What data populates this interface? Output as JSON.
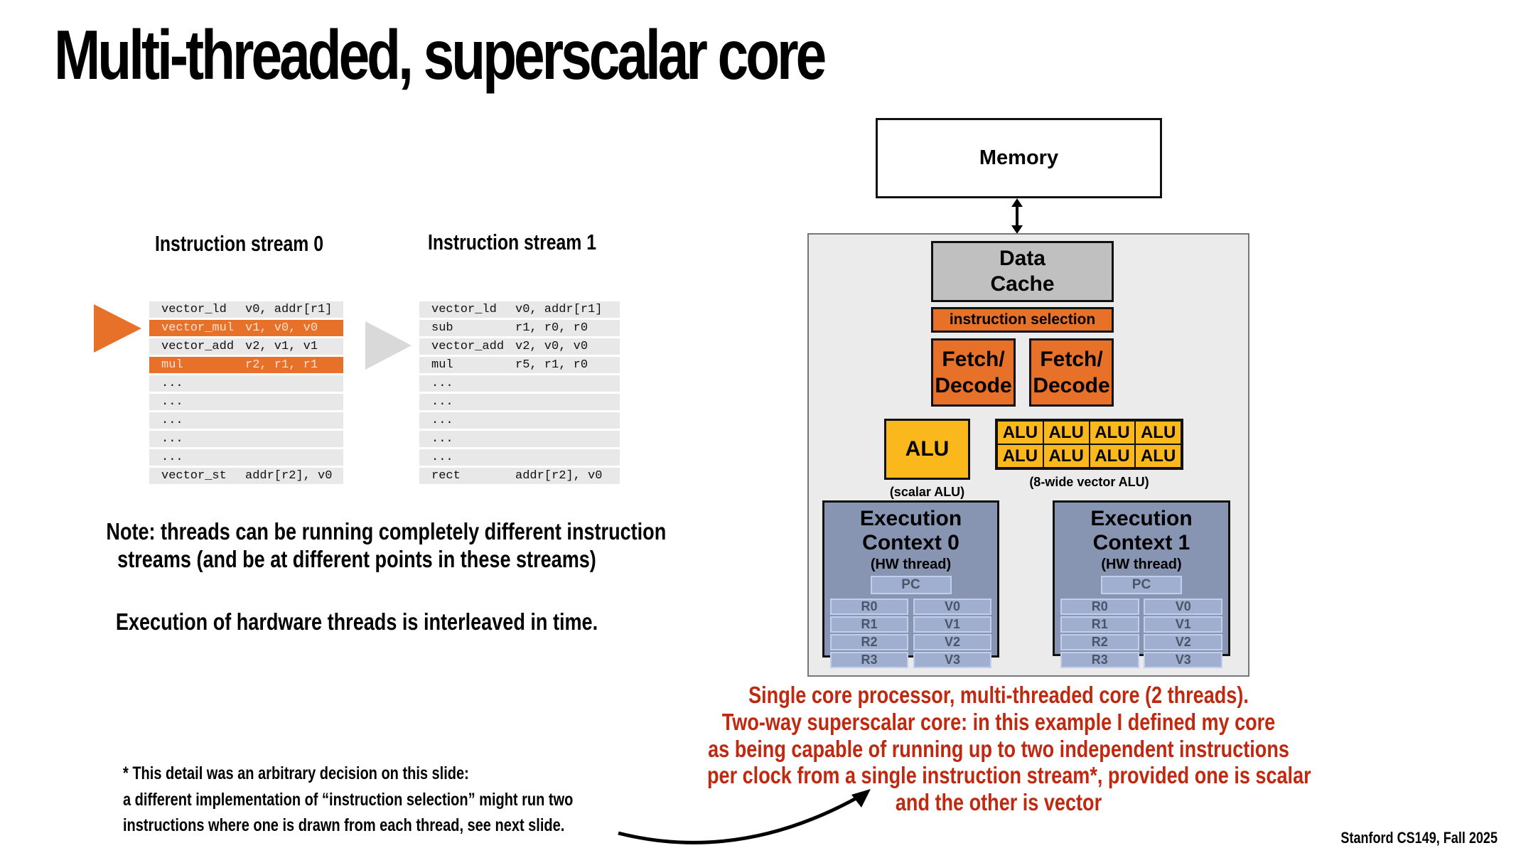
{
  "slide": {
    "title": "Multi-threaded, superscalar core",
    "credit": "Stanford CS149, Fall 2025"
  },
  "streams": [
    {
      "label": "Instruction stream 0",
      "active": true,
      "rows": [
        {
          "op": "vector_ld",
          "args": "v0, addr[r1]",
          "highlight": false
        },
        {
          "op": "vector_mul",
          "args": "v1, v0, v0",
          "highlight": true
        },
        {
          "op": "vector_add",
          "args": "v2, v1, v1",
          "highlight": false
        },
        {
          "op": "mul",
          "args": "r2, r1, r1",
          "highlight": true
        },
        {
          "op": "...",
          "args": "",
          "highlight": false
        },
        {
          "op": "...",
          "args": "",
          "highlight": false
        },
        {
          "op": "...",
          "args": "",
          "highlight": false
        },
        {
          "op": "...",
          "args": "",
          "highlight": false
        },
        {
          "op": "...",
          "args": "",
          "highlight": false
        },
        {
          "op": "vector_st",
          "args": "addr[r2], v0",
          "highlight": false
        }
      ]
    },
    {
      "label": "Instruction stream 1",
      "active": false,
      "rows": [
        {
          "op": "vector_ld",
          "args": "v0, addr[r1]",
          "highlight": false
        },
        {
          "op": "sub",
          "args": "r1, r0, r0",
          "highlight": false
        },
        {
          "op": "vector_add",
          "args": "v2, v0, v0",
          "highlight": false
        },
        {
          "op": "mul",
          "args": "r5, r1, r0",
          "highlight": false
        },
        {
          "op": "...",
          "args": "",
          "highlight": false
        },
        {
          "op": "...",
          "args": "",
          "highlight": false
        },
        {
          "op": "...",
          "args": "",
          "highlight": false
        },
        {
          "op": "...",
          "args": "",
          "highlight": false
        },
        {
          "op": "...",
          "args": "",
          "highlight": false
        },
        {
          "op": "rect",
          "args": "addr[r2], v0",
          "highlight": false
        }
      ]
    }
  ],
  "notes": {
    "threads_line1": "Note: threads can be running completely different instruction",
    "threads_line2": "streams (and be at different points in these streams)",
    "interleave": "Execution of hardware threads is interleaved in time."
  },
  "footnote": {
    "line1": "* This detail was an arbitrary decision on this slide:",
    "line2": "a different implementation of “instruction selection” might run two",
    "line3": "instructions  where one is drawn from each thread, see next slide."
  },
  "summary": {
    "line1": "Single core processor, multi-threaded core (2 threads).",
    "line2": "Two-way superscalar core:  in this example I defined my core",
    "line3": "as being capable of running up to two independent instructions",
    "line4": "per clock from a single instruction stream*, provided one is scalar",
    "line5": "and the other is vector"
  },
  "diagram": {
    "memory": "Memory",
    "data_cache_line1": "Data",
    "data_cache_line2": "Cache",
    "instruction_selection": "instruction selection",
    "fetch_decode": [
      {
        "line1": "Fetch/",
        "line2": "Decode"
      },
      {
        "line1": "Fetch/",
        "line2": "Decode"
      }
    ],
    "scalar_alu": {
      "label": "ALU",
      "caption": "(scalar ALU)"
    },
    "vector_alu": {
      "lanes": [
        "ALU",
        "ALU",
        "ALU",
        "ALU",
        "ALU",
        "ALU",
        "ALU",
        "ALU"
      ],
      "caption": "(8-wide vector ALU)"
    },
    "contexts": [
      {
        "title1": "Execution",
        "title2": "Context 0",
        "subtitle": "(HW thread)",
        "pc": "PC",
        "scalar_regs": [
          "R0",
          "R1",
          "R2",
          "R3"
        ],
        "vector_regs": [
          "V0",
          "V1",
          "V2",
          "V3"
        ]
      },
      {
        "title1": "Execution",
        "title2": "Context 1",
        "subtitle": "(HW thread)",
        "pc": "PC",
        "scalar_regs": [
          "R0",
          "R1",
          "R2",
          "R3"
        ],
        "vector_regs": [
          "V0",
          "V1",
          "V2",
          "V3"
        ]
      }
    ]
  },
  "colors": {
    "orange": "#e8712a",
    "alu_yellow": "#fbb81c",
    "context_blue": "#8795b2",
    "register_blue": "#a0aed0",
    "red_text": "#c0290f",
    "inactive_arrow": "#d9d9d9"
  }
}
